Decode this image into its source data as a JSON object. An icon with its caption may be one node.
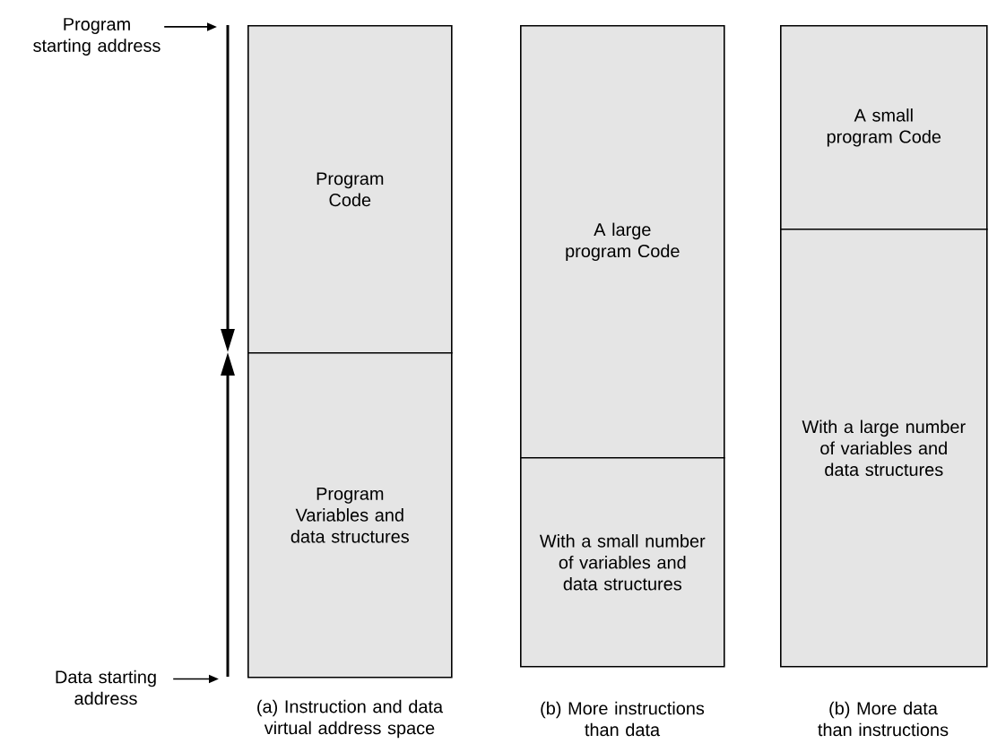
{
  "diagram": {
    "nodes": [
      {
        "text": [
          "Program starting address"
        ]
      },
      {
        "text": [
          "Data starting address"
        ]
      },
      {
        "text": [
          "Program Code"
        ]
      },
      {
        "text": [
          "Program Variables and data structures"
        ]
      },
      {
        "text": [
          "A large program Code"
        ]
      },
      {
        "text": [
          "With a small number of variables and data structures"
        ]
      },
      {
        "text": [
          "A small program Code"
        ]
      },
      {
        "text": [
          "With a large number of variables and data structures"
        ]
      }
    ],
    "edges": [
      {
        "from": 0,
        "to": null,
        "arrow": "to"
      },
      {
        "from": 1,
        "to": null,
        "arrow": "to"
      }
    ],
    "labels": [
      "(a) Instruction and data virtual address space",
      "(b) More instructions than data",
      "(b) More data than instructions"
    ]
  }
}
